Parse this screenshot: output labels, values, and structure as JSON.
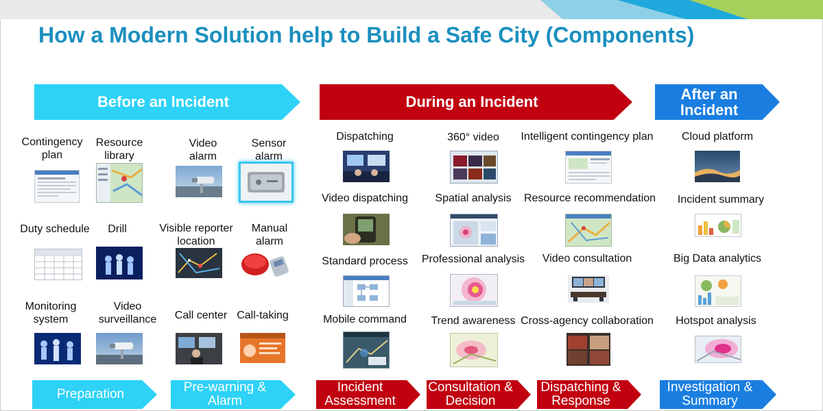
{
  "title": "How a Modern Solution help to Build a Safe City (Components)",
  "phases": {
    "before": "Before an Incident",
    "during": "During an Incident",
    "after_line1": "After an",
    "after_line2": "Incident"
  },
  "stages": {
    "preparation": "Preparation",
    "prewarning_l1": "Pre-warning &",
    "prewarning_l2": "Alarm",
    "assessment_l1": "Incident",
    "assessment_l2": "Assessment",
    "consultation_l1": "Consultation &",
    "consultation_l2": "Decision",
    "dispatching_l1": "Dispatching &",
    "dispatching_l2": "Response",
    "investigation_l1": "Investigation &",
    "investigation_l2": "Summary"
  },
  "components": {
    "contingency_plan": "Contingency\nplan",
    "resource_library": "Resource\nlibrary",
    "video_alarm": "Video\nalarm",
    "sensor_alarm": "Sensor\nalarm",
    "duty_schedule": "Duty schedule",
    "drill": "Drill",
    "visible_reporter_location": "Visible reporter\nlocation",
    "manual_alarm": "Manual\nalarm",
    "monitoring_system": "Monitoring\nsystem",
    "video_surveillance": "Video\nsurveillance",
    "call_center": "Call center",
    "call_taking": "Call-taking",
    "dispatching": "Dispatching",
    "video_360": "360° video",
    "intelligent_contingency_plan": "Intelligent contingency plan",
    "cloud_platform": "Cloud platform",
    "video_dispatching": "Video dispatching",
    "spatial_analysis": "Spatial analysis",
    "resource_recommendation": "Resource recommendation",
    "incident_summary": "Incident summary",
    "standard_process": "Standard process",
    "professional_analysis": "Professional analysis",
    "video_consultation": "Video consultation",
    "big_data_analytics": "Big Data analytics",
    "mobile_command": "Mobile command",
    "trend_awareness": "Trend awareness",
    "cross_agency_collaboration": "Cross-agency collaboration",
    "hotspot_analysis": "Hotspot analysis"
  },
  "colors": {
    "title": "#1b8fbf",
    "before_phase": "#2dd2f6",
    "during_phase": "#c10010",
    "after_phase": "#1a7ee0"
  }
}
